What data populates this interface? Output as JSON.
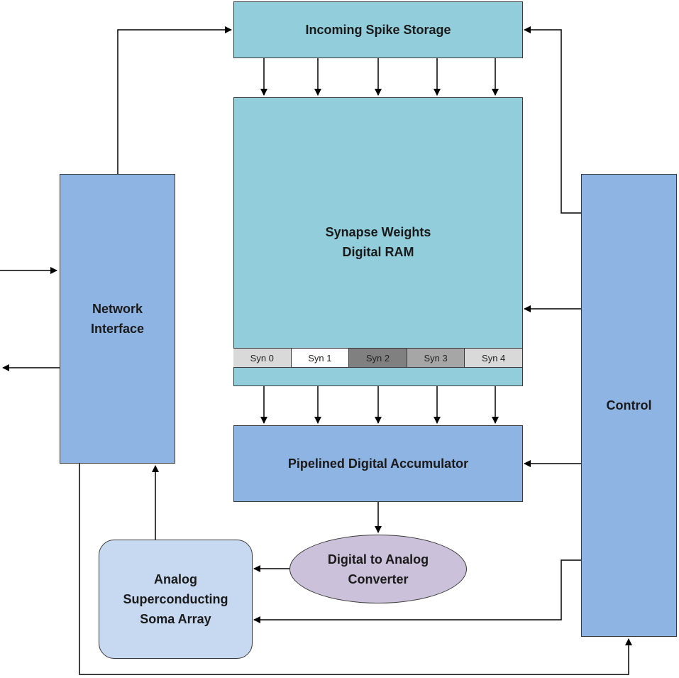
{
  "blocks": {
    "incoming_spike_storage": "Incoming Spike Storage",
    "synapse_weights_line1": "Synapse Weights",
    "synapse_weights_line2": "Digital RAM",
    "network_interface_line1": "Network",
    "network_interface_line2": "Interface",
    "control": "Control",
    "accumulator": "Pipelined Digital Accumulator",
    "dac_line1": "Digital to Analog",
    "dac_line2": "Converter",
    "soma_line1": "Analog",
    "soma_line2": "Superconducting",
    "soma_line3": "Soma Array"
  },
  "synapses": [
    {
      "label": "Syn 0",
      "color": "#d9d9d9"
    },
    {
      "label": "Syn 1",
      "color": "#ffffff"
    },
    {
      "label": "Syn 2",
      "color": "#808080"
    },
    {
      "label": "Syn 3",
      "color": "#a6a6a6"
    },
    {
      "label": "Syn 4",
      "color": "#d9d9d9"
    }
  ],
  "colors": {
    "teal": "#92cddc",
    "blue": "#8eb4e3",
    "light_blue": "#c6d9f1",
    "purple": "#ccc1da"
  }
}
